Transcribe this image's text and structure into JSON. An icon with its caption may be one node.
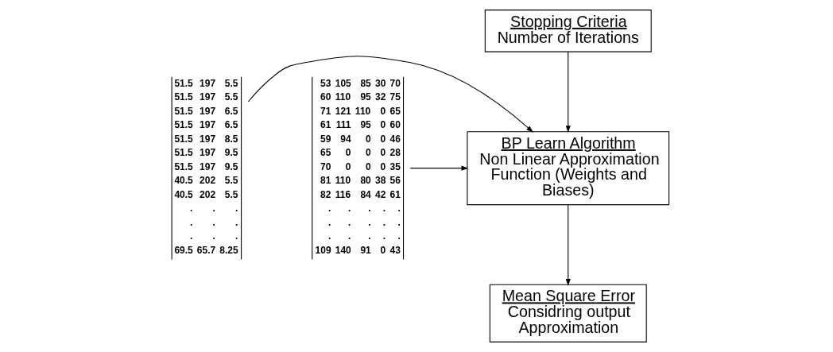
{
  "diagram": {
    "nodes": [
      {
        "text": [
          "51.5",
          "197",
          "5.5",
          "51.5",
          "197",
          "5.5",
          "51.5",
          "197",
          "6.5",
          "51.5",
          "197",
          "6.5",
          "51.5",
          "197",
          "8.5",
          "51.5",
          "197",
          "9.5",
          "51.5",
          "197",
          "9.5",
          "40.5",
          "202",
          "5.5",
          "40.5",
          "202",
          "5.5",
          ".",
          ".",
          ".",
          ".",
          ".",
          ".",
          ".",
          ".",
          ".",
          "69.5",
          "65.7",
          "8.25"
        ]
      },
      {
        "text": [
          "Stopping Criteria",
          "Number of Iterations"
        ]
      },
      {
        "text": [
          "BP Learn Algorithm",
          "Non Linear Approximation Function (Weights and Biases)"
        ]
      },
      {
        "text": [
          "53",
          "105",
          "85",
          "30",
          "70",
          "60",
          "110",
          "95",
          "32",
          "75",
          "71",
          "121",
          "110",
          "0",
          "65",
          "61",
          "111",
          "95",
          "0",
          "60",
          "59",
          "94",
          "0",
          "0",
          "46",
          "65",
          "0",
          "0",
          "0",
          "28",
          "70",
          "0",
          "0",
          "0",
          "35",
          "81",
          "110",
          "80",
          "38",
          "56",
          "82",
          "116",
          "84",
          "42",
          "61",
          ".",
          ".",
          ".",
          ".",
          ".",
          ".",
          ".",
          ".",
          ".",
          ".",
          ".",
          ".",
          ".",
          ".",
          ".",
          "109",
          "140",
          "91",
          "0",
          "43"
        ]
      },
      {
        "text": [
          "Mean Square Error",
          "Considring output Approximation"
        ]
      }
    ],
    "edges": [
      {
        "from": 1,
        "to": 2,
        "arrow": "to"
      },
      {
        "from": 0,
        "to": 2,
        "arrow": "to"
      },
      {
        "from": 3,
        "to": 2,
        "arrow": "to"
      },
      {
        "from": 2,
        "to": 4,
        "arrow": "to"
      }
    ]
  }
}
